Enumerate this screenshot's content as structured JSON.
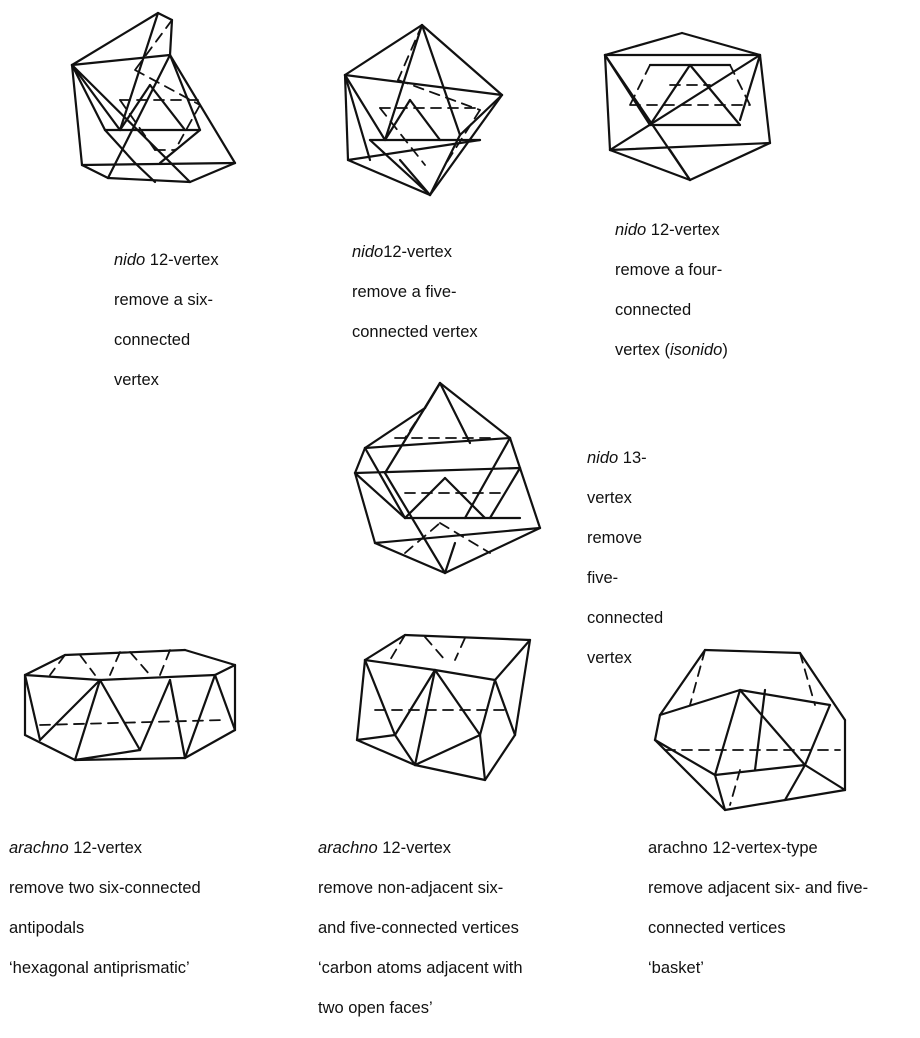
{
  "figures": [
    {
      "id": "nido12-six",
      "lines": [
        {
          "tag": "nido",
          "text": " 12-vertex"
        },
        {
          "tag": "",
          "text": "remove a six-"
        },
        {
          "tag": "",
          "text": "connected"
        },
        {
          "tag": "",
          "text": "vertex"
        }
      ]
    },
    {
      "id": "nido12-five",
      "lines": [
        {
          "tag": "nido",
          "text": "12-vertex"
        },
        {
          "tag": "",
          "text": "remove a five-"
        },
        {
          "tag": "",
          "text": "connected vertex"
        }
      ]
    },
    {
      "id": "nido12-four",
      "lines": [
        {
          "tag": "nido",
          "text": " 12-vertex"
        },
        {
          "tag": "",
          "text": "remove a four-"
        },
        {
          "tag": "",
          "text": "connected"
        },
        {
          "tag": "",
          "text": "vertex (",
          "tail_tag": "isonido",
          "tail": ")"
        }
      ]
    },
    {
      "id": "nido13-five",
      "lines": [
        {
          "tag": "nido",
          "text": " 13-"
        },
        {
          "tag": "",
          "text": "vertex"
        },
        {
          "tag": "",
          "text": "remove"
        },
        {
          "tag": "",
          "text": "five-"
        },
        {
          "tag": "",
          "text": "connected"
        },
        {
          "tag": "",
          "text": "vertex"
        }
      ]
    },
    {
      "id": "arachno12-antipodal",
      "lines": [
        {
          "tag": "arachno",
          "text": " 12-vertex"
        },
        {
          "tag": "",
          "text": "remove two six-connected"
        },
        {
          "tag": "",
          "text": "antipodals"
        },
        {
          "tag": "",
          "text": "‘hexagonal antiprismatic’"
        }
      ]
    },
    {
      "id": "arachno12-nonadjacent",
      "lines": [
        {
          "tag": "arachno",
          "text": " 12-vertex"
        },
        {
          "tag": "",
          "text": "remove non-adjacent six-"
        },
        {
          "tag": "",
          "text": "and five-connected vertices"
        },
        {
          "tag": "",
          "text": "‘carbon atoms adjacent with"
        },
        {
          "tag": "",
          "text": "two open faces’"
        }
      ]
    },
    {
      "id": "arachno12-basket",
      "lines": [
        {
          "tag": "",
          "text": "arachno 12-vertex-type"
        },
        {
          "tag": "",
          "text": "remove adjacent six- and five-"
        },
        {
          "tag": "",
          "text": "connected vertices"
        },
        {
          "tag": "",
          "text": "‘basket’"
        }
      ]
    }
  ]
}
